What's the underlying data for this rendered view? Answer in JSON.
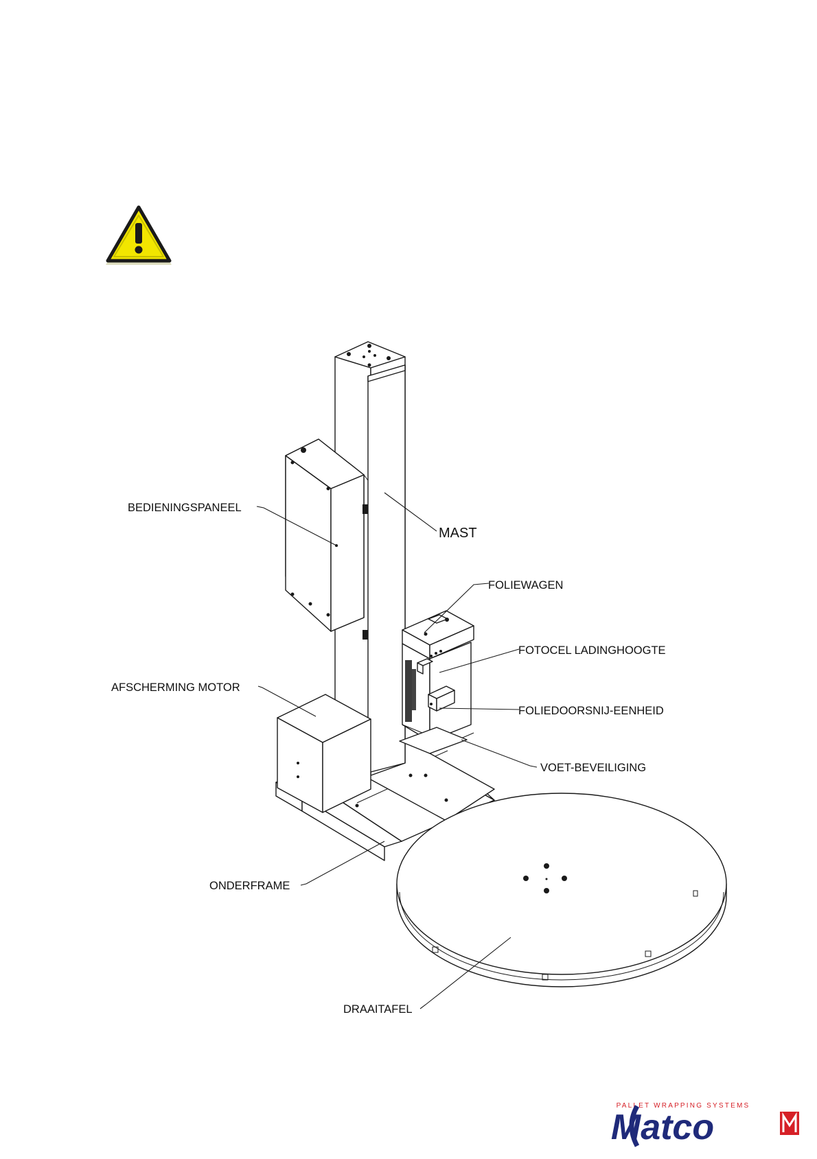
{
  "labels": {
    "bedieningspaneel": "BEDIENINGSPANEEL",
    "mast": "MAST",
    "foliewagen": "FOLIEWAGEN",
    "fotocel": "FOTOCEL LADINGHOOGTE",
    "afscherming_motor": "AFSCHERMING MOTOR",
    "foliedoorsnij": "FOLIEDOORSNIJ-EENHEID",
    "voet_beveiliging": "VOET-BEVEILIGING",
    "onderframe": "ONDERFRAME",
    "draaitafel": "DRAAITAFEL"
  },
  "logo": {
    "tagline": "PALLET WRAPPING SYSTEMS",
    "name": "Matco"
  },
  "colors": {
    "warning_yellow": "#f2e600",
    "warning_border": "#1a1a1a",
    "logo_blue": "#1f2a7a",
    "logo_red": "#d62027"
  },
  "icons": {
    "warning": "warning-triangle-icon"
  }
}
